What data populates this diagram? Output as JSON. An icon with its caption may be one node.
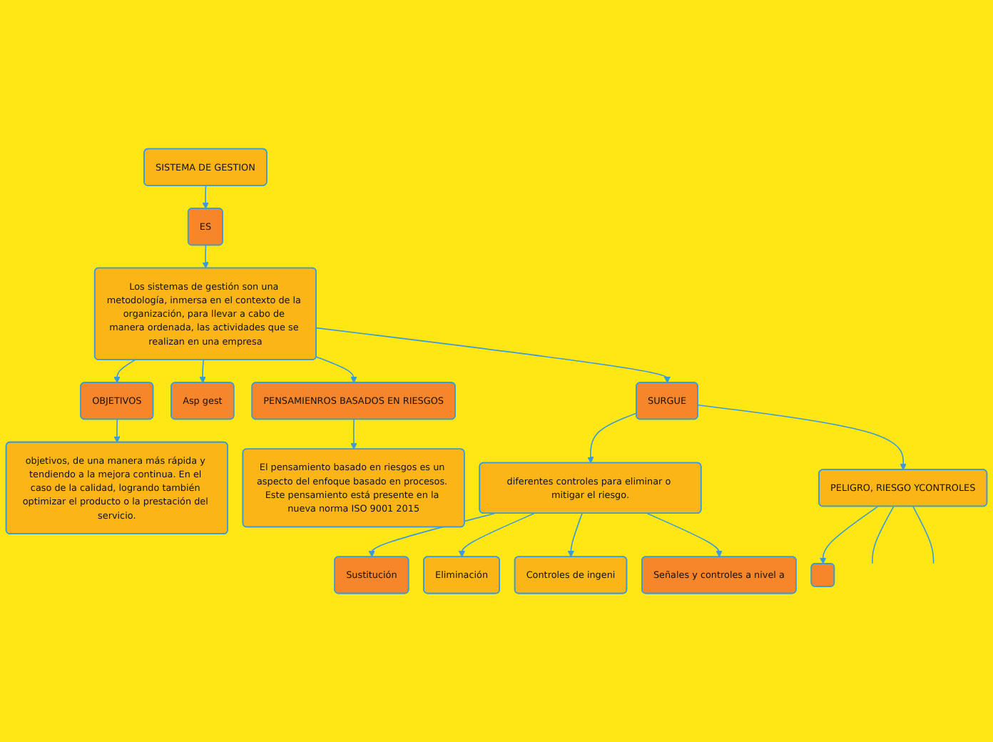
{
  "diagram": {
    "nodes": [
      {
        "text": [
          "SISTEMA DE GESTION"
        ]
      },
      {
        "text": [
          "ES"
        ]
      },
      {
        "text": [
          "Los sistemas de gestión son una metodología, inmersa en el contexto de la organización, para llevar a cabo de manera ordenada, las actividades que se realizan en una empresa"
        ]
      },
      {
        "text": [
          "OBJETIVOS"
        ]
      },
      {
        "text": [
          "objetivos, de una manera más rápida y tendiendo a la mejora continua. En el caso de la calidad, logrando también optimizar el producto o la prestación del servicio."
        ]
      },
      {
        "text": [
          "Asp gest"
        ]
      },
      {
        "text": [
          "PENSAMIENROS BASADOS EN RIESGOS"
        ]
      },
      {
        "text": [
          "El pensamiento basado en riesgos es un aspecto del enfoque basado en procesos. Este pensamiento está presente en la nueva norma ISO 9001 2015"
        ]
      },
      {
        "text": [
          "SURGUE"
        ]
      },
      {
        "text": [
          "diferentes controles para eliminar o mitigar el riesgo."
        ]
      },
      {
        "text": [
          "PELIGRO, RIESGO YCONTROLES"
        ]
      },
      {
        "text": [
          "Eliminación"
        ]
      },
      {
        "text": [
          "Sustitución"
        ]
      },
      {
        "text": [
          "Controles de ingeni"
        ]
      },
      {
        "text": [
          "Señales y controles a nivel a"
        ]
      },
      {
        "text": [],
        "shape": "box"
      }
    ],
    "edges": [
      {
        "from": 0,
        "to": 1,
        "arrow": "to"
      },
      {
        "from": 1,
        "to": 2,
        "arrow": "to"
      },
      {
        "from": 2,
        "to": 3,
        "arrow": "to"
      },
      {
        "from": 3,
        "to": 4,
        "arrow": "to"
      },
      {
        "from": 2,
        "to": 5,
        "arrow": "to"
      },
      {
        "from": 2,
        "to": 6,
        "arrow": "to"
      },
      {
        "from": 6,
        "to": 7,
        "arrow": "to"
      },
      {
        "from": 2,
        "to": 8,
        "arrow": "to"
      },
      {
        "from": 8,
        "to": 9,
        "arrow": "to"
      },
      {
        "from": 8,
        "to": 10,
        "arrow": "to"
      },
      {
        "from": 9,
        "to": 12,
        "arrow": "to"
      },
      {
        "from": 9,
        "to": 11,
        "arrow": "to"
      },
      {
        "from": 9,
        "to": 13,
        "arrow": "to"
      },
      {
        "from": 9,
        "to": 14,
        "arrow": "to"
      },
      {
        "from": 10,
        "to": 15,
        "arrow": "to"
      },
      {
        "from": 10,
        "to": null,
        "arrow": "none"
      },
      {
        "from": 10,
        "to": null,
        "arrow": "none"
      }
    ]
  }
}
